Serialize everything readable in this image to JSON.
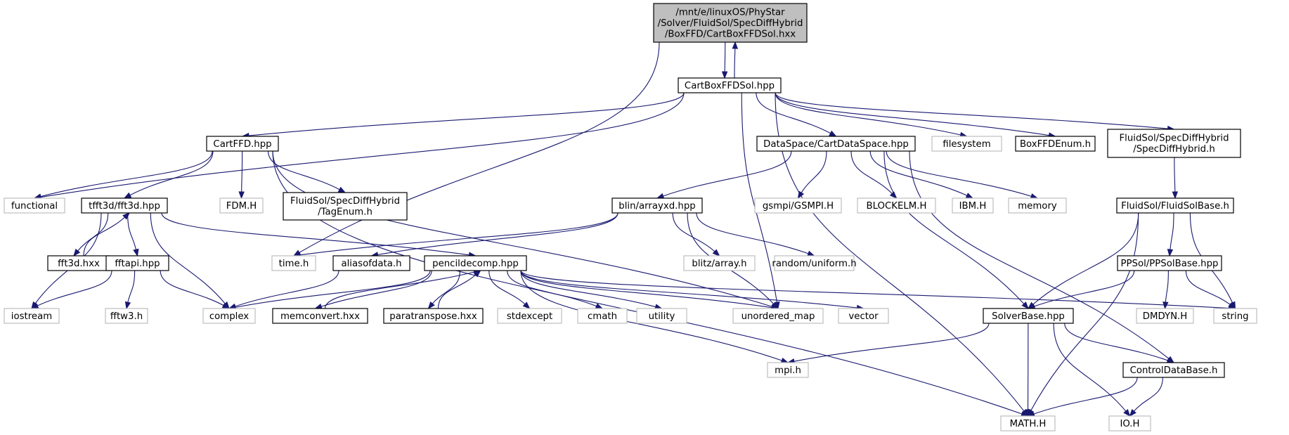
{
  "colors": {
    "edge": "#191970",
    "root_fill": "#bfbfbf",
    "doc_border": "#000000",
    "ext_border": "#bfbfbf"
  },
  "nodes": {
    "cartboxffdsol_hxx": {
      "lines": [
        "/mnt/e/linuxOS/PhyStar",
        "/Solver/FluidSol/SpecDiffHybrid",
        "/BoxFFD/CartBoxFFDSol.hxx"
      ],
      "kind": "root"
    },
    "cartboxffdsol_hpp": {
      "lines": [
        "CartBoxFFDSol.hpp"
      ],
      "kind": "doc"
    },
    "cartffd_hpp": {
      "lines": [
        "CartFFD.hpp"
      ],
      "kind": "doc"
    },
    "cartdataspace_hpp": {
      "lines": [
        "DataSpace/CartDataSpace.hpp"
      ],
      "kind": "doc"
    },
    "filesystem": {
      "lines": [
        "filesystem"
      ],
      "kind": "ext"
    },
    "boxffdenum_h": {
      "lines": [
        "BoxFFDEnum.h"
      ],
      "kind": "doc"
    },
    "specdiffhybrid_h": {
      "lines": [
        "FluidSol/SpecDiffHybrid",
        "/SpecDiffHybrid.h"
      ],
      "kind": "doc"
    },
    "functional": {
      "lines": [
        "functional"
      ],
      "kind": "ext"
    },
    "tfft3d_hpp": {
      "lines": [
        "tfft3d/fft3d.hpp"
      ],
      "kind": "doc"
    },
    "fdm_h": {
      "lines": [
        "FDM.H"
      ],
      "kind": "ext"
    },
    "tagenum_h": {
      "lines": [
        "FluidSol/SpecDiffHybrid",
        "/TagEnum.h"
      ],
      "kind": "doc"
    },
    "arrayxd_hpp": {
      "lines": [
        "blin/arrayxd.hpp"
      ],
      "kind": "doc"
    },
    "gsmpi_h": {
      "lines": [
        "gsmpi/GSMPI.H"
      ],
      "kind": "ext"
    },
    "blockelm_h": {
      "lines": [
        "BLOCKELM.H"
      ],
      "kind": "ext"
    },
    "ibm_h": {
      "lines": [
        "IBM.H"
      ],
      "kind": "ext"
    },
    "memory": {
      "lines": [
        "memory"
      ],
      "kind": "ext"
    },
    "fluidsolbase_h": {
      "lines": [
        "FluidSol/FluidSolBase.h"
      ],
      "kind": "doc"
    },
    "fft3d_hxx": {
      "lines": [
        "fft3d.hxx"
      ],
      "kind": "doc"
    },
    "fftapi_hpp": {
      "lines": [
        "fftapi.hpp"
      ],
      "kind": "doc"
    },
    "time_h": {
      "lines": [
        "time.h"
      ],
      "kind": "ext"
    },
    "aliasofdata_h": {
      "lines": [
        "aliasofdata.h"
      ],
      "kind": "doc"
    },
    "pencildecomp_hpp": {
      "lines": [
        "pencildecomp.hpp"
      ],
      "kind": "doc"
    },
    "blitz_array_h": {
      "lines": [
        "blitz/array.h"
      ],
      "kind": "ext"
    },
    "random_uniform_h": {
      "lines": [
        "random/uniform.h"
      ],
      "kind": "ext"
    },
    "ppsolbase_hpp": {
      "lines": [
        "PPSol/PPSolBase.hpp"
      ],
      "kind": "doc"
    },
    "iostream": {
      "lines": [
        "iostream"
      ],
      "kind": "ext"
    },
    "fftw3_h": {
      "lines": [
        "fftw3.h"
      ],
      "kind": "ext"
    },
    "complex": {
      "lines": [
        "complex"
      ],
      "kind": "ext"
    },
    "memconvert_hxx": {
      "lines": [
        "memconvert.hxx"
      ],
      "kind": "doc"
    },
    "paratranspose_hxx": {
      "lines": [
        "paratranspose.hxx"
      ],
      "kind": "doc"
    },
    "stdexcept": {
      "lines": [
        "stdexcept"
      ],
      "kind": "ext"
    },
    "cmath": {
      "lines": [
        "cmath"
      ],
      "kind": "ext"
    },
    "utility": {
      "lines": [
        "utility"
      ],
      "kind": "ext"
    },
    "unordered_map": {
      "lines": [
        "unordered_map"
      ],
      "kind": "ext"
    },
    "vector": {
      "lines": [
        "vector"
      ],
      "kind": "ext"
    },
    "solverbase_hpp": {
      "lines": [
        "SolverBase.hpp"
      ],
      "kind": "doc"
    },
    "dmdyn_h": {
      "lines": [
        "DMDYN.H"
      ],
      "kind": "ext"
    },
    "string": {
      "lines": [
        "string"
      ],
      "kind": "ext"
    },
    "mpi_h": {
      "lines": [
        "mpi.h"
      ],
      "kind": "ext"
    },
    "controldatabase_h": {
      "lines": [
        "ControlDataBase.h"
      ],
      "kind": "doc"
    },
    "math_h": {
      "lines": [
        "MATH.H"
      ],
      "kind": "ext"
    },
    "io_h": {
      "lines": [
        "IO.H"
      ],
      "kind": "ext"
    }
  },
  "edges": [
    [
      "cartboxffdsol_hxx",
      "cartboxffdsol_hpp"
    ],
    [
      "cartboxffdsol_hpp",
      "cartboxffdsol_hxx"
    ],
    [
      "cartboxffdsol_hxx",
      "time_h"
    ],
    [
      "cartboxffdsol_hpp",
      "cartffd_hpp"
    ],
    [
      "cartboxffdsol_hpp",
      "functional"
    ],
    [
      "cartboxffdsol_hpp",
      "cartdataspace_hpp"
    ],
    [
      "cartboxffdsol_hpp",
      "filesystem"
    ],
    [
      "cartboxffdsol_hpp",
      "boxffdenum_h"
    ],
    [
      "cartboxffdsol_hpp",
      "specdiffhybrid_h"
    ],
    [
      "cartboxffdsol_hpp",
      "unordered_map"
    ],
    [
      "cartboxffdsol_hpp",
      "math_h"
    ],
    [
      "cartffd_hpp",
      "functional"
    ],
    [
      "cartffd_hpp",
      "tfft3d_hpp"
    ],
    [
      "cartffd_hpp",
      "fdm_h"
    ],
    [
      "cartffd_hpp",
      "tagenum_h"
    ],
    [
      "cartffd_hpp",
      "math_h"
    ],
    [
      "cartffd_hpp",
      "unordered_map"
    ],
    [
      "tfft3d_hpp",
      "fft3d_hxx"
    ],
    [
      "fft3d_hxx",
      "tfft3d_hpp"
    ],
    [
      "tfft3d_hpp",
      "fftapi_hpp"
    ],
    [
      "tfft3d_hpp",
      "iostream"
    ],
    [
      "tfft3d_hpp",
      "complex"
    ],
    [
      "tfft3d_hpp",
      "pencildecomp_hpp"
    ],
    [
      "fftapi_hpp",
      "iostream"
    ],
    [
      "fftapi_hpp",
      "fftw3_h"
    ],
    [
      "fftapi_hpp",
      "complex"
    ],
    [
      "cartdataspace_hpp",
      "arrayxd_hpp"
    ],
    [
      "cartdataspace_hpp",
      "gsmpi_h"
    ],
    [
      "cartdataspace_hpp",
      "blockelm_h"
    ],
    [
      "cartdataspace_hpp",
      "ibm_h"
    ],
    [
      "cartdataspace_hpp",
      "memory"
    ],
    [
      "cartdataspace_hpp",
      "solverbase_hpp"
    ],
    [
      "cartdataspace_hpp",
      "controldatabase_h"
    ],
    [
      "arrayxd_hpp",
      "time_h"
    ],
    [
      "arrayxd_hpp",
      "aliasofdata_h"
    ],
    [
      "arrayxd_hpp",
      "blitz_array_h"
    ],
    [
      "arrayxd_hpp",
      "random_uniform_h"
    ],
    [
      "arrayxd_hpp",
      "unordered_map"
    ],
    [
      "aliasofdata_h",
      "complex"
    ],
    [
      "pencildecomp_hpp",
      "complex"
    ],
    [
      "pencildecomp_hpp",
      "memconvert_hxx"
    ],
    [
      "memconvert_hxx",
      "pencildecomp_hpp"
    ],
    [
      "pencildecomp_hpp",
      "paratranspose_hxx"
    ],
    [
      "paratranspose_hxx",
      "pencildecomp_hpp"
    ],
    [
      "pencildecomp_hpp",
      "stdexcept"
    ],
    [
      "pencildecomp_hpp",
      "cmath"
    ],
    [
      "pencildecomp_hpp",
      "utility"
    ],
    [
      "pencildecomp_hpp",
      "unordered_map"
    ],
    [
      "pencildecomp_hpp",
      "vector"
    ],
    [
      "pencildecomp_hpp",
      "string"
    ],
    [
      "pencildecomp_hpp",
      "mpi_h"
    ],
    [
      "specdiffhybrid_h",
      "fluidsolbase_h"
    ],
    [
      "fluidsolbase_h",
      "solverbase_hpp"
    ],
    [
      "fluidsolbase_h",
      "ppsolbase_hpp"
    ],
    [
      "fluidsolbase_h",
      "string"
    ],
    [
      "fluidsolbase_h",
      "math_h"
    ],
    [
      "ppsolbase_hpp",
      "solverbase_hpp"
    ],
    [
      "ppsolbase_hpp",
      "dmdyn_h"
    ],
    [
      "ppsolbase_hpp",
      "string"
    ],
    [
      "solverbase_hpp",
      "mpi_h"
    ],
    [
      "solverbase_hpp",
      "math_h"
    ],
    [
      "solverbase_hpp",
      "io_h"
    ],
    [
      "solverbase_hpp",
      "controldatabase_h"
    ],
    [
      "controldatabase_h",
      "math_h"
    ],
    [
      "controldatabase_h",
      "io_h"
    ]
  ]
}
